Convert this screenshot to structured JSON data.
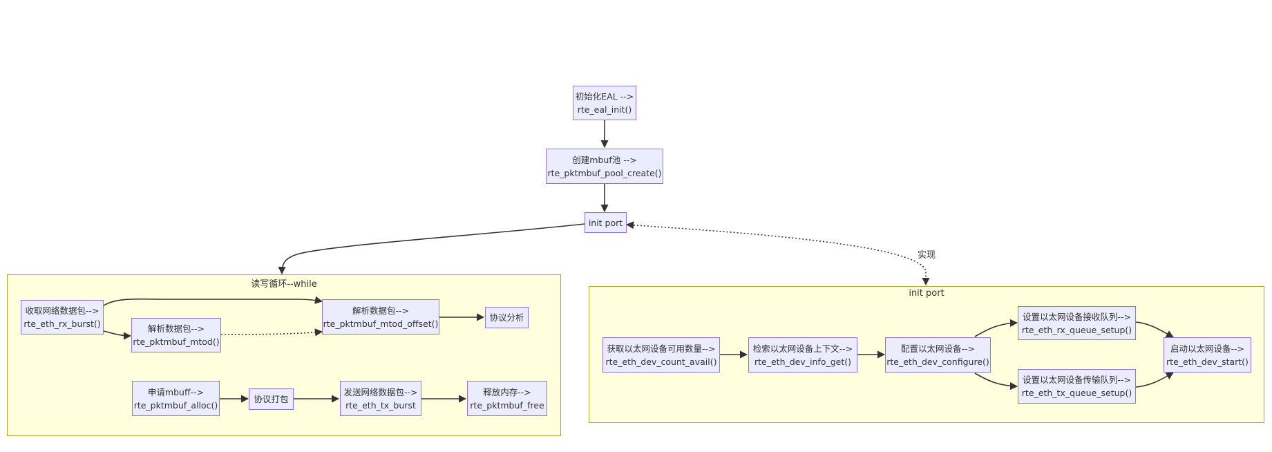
{
  "nodes": {
    "eal_init": {
      "line1": "初始化EAL -->",
      "line2": "rte_eal_init()"
    },
    "pool_create": {
      "line1": "创建mbuf池 -->",
      "line2": "rte_pktmbuf_pool_create()"
    },
    "init_port": {
      "label": "init port"
    },
    "rx_burst": {
      "line1": "收取网络数据包-->",
      "line2": "rte_eth_rx_burst()"
    },
    "mtod": {
      "line1": "解析数据包-->",
      "line2": "rte_pktmbuf_mtod()"
    },
    "mtod_offset": {
      "line1": "解析数据包-->",
      "line2": "rte_pktmbuf_mtod_offset()"
    },
    "proto_analyze": {
      "label": "协议分析"
    },
    "alloc": {
      "line1": "申请mbuff-->",
      "line2": "rte_pktmbuf_alloc()"
    },
    "proto_pack": {
      "label": "协议打包"
    },
    "tx_burst": {
      "line1": "发送网络数据包-->",
      "line2": "rte_eth_tx_burst"
    },
    "free": {
      "line1": "释放内存-->",
      "line2": "rte_pktmbuf_free"
    },
    "count_avail": {
      "line1": "获取以太网设备可用数量-->",
      "line2": "rte_eth_dev_count_avail()"
    },
    "info_get": {
      "line1": "检索以太网设备上下文-->",
      "line2": "rte_eth_dev_info_get()"
    },
    "dev_configure": {
      "line1": "配置以太网设备-->",
      "line2": "rte_eth_dev_configure()"
    },
    "rx_queue_setup": {
      "line1": "设置以太网设备接收队列-->",
      "line2": "rte_eth_rx_queue_setup()"
    },
    "tx_queue_setup": {
      "line1": "设置以太网设备传输队列-->",
      "line2": "rte_eth_tx_queue_setup()"
    },
    "dev_start": {
      "line1": "启动以太网设备-->",
      "line2": "rte_eth_dev_start()"
    }
  },
  "clusters": {
    "rw_loop": {
      "title": "读写循环--while"
    },
    "init_port": {
      "title": "init port"
    }
  },
  "edge_labels": {
    "implement": "实现"
  },
  "colors": {
    "node_fill": "#ececff",
    "node_border": "#9370db",
    "cluster_fill": "#ffffde",
    "cluster_border": "#aaaa33",
    "edge": "#333333"
  }
}
